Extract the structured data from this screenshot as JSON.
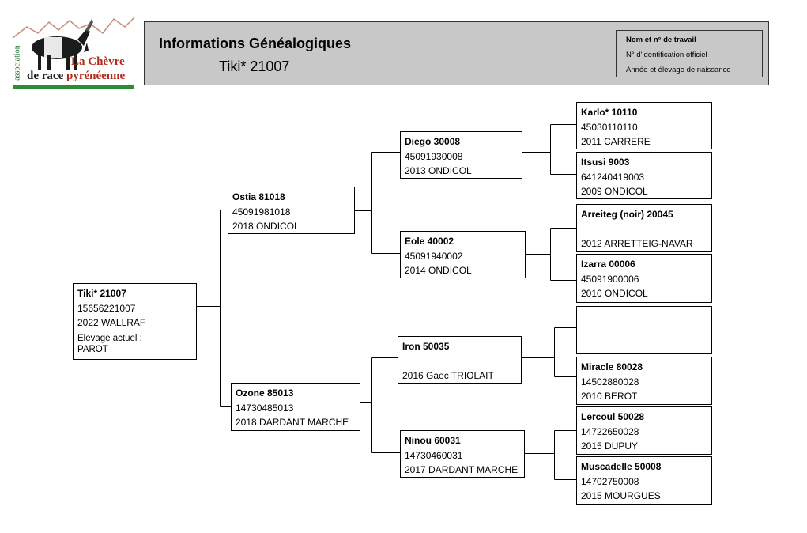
{
  "logo": {
    "association": "association",
    "line1": "La Chèvre",
    "line2a": "de race",
    "line2b": "pyrénéenne",
    "colors": {
      "red": "#b22a1c",
      "green": "#2e8b3a"
    }
  },
  "header": {
    "title": "Informations Généalogiques",
    "subtitle": "Tiki* 21007",
    "legend": {
      "line1": "Nom et n° de travail",
      "line2": "N° d'identification officiel",
      "line3": "Année et élevage de naissance"
    }
  },
  "subject": {
    "name": "Tiki* 21007",
    "id": "15656221007",
    "birth": "2022 WALLRAF",
    "current_label": "Elevage actuel :",
    "current_value": "PAROT"
  },
  "sire": {
    "name": "Ostia 81018",
    "id": "45091981018",
    "birth": "2018 ONDICOL"
  },
  "dam": {
    "name": "Ozone 85013",
    "id": "14730485013",
    "birth": "2018 DARDANT MARCHE"
  },
  "gp": [
    {
      "name": "Diego 30008",
      "id": "45091930008",
      "birth": "2013 ONDICOL"
    },
    {
      "name": "Eole 40002",
      "id": "45091940002",
      "birth": "2014 ONDICOL"
    },
    {
      "name": "Iron 50035",
      "id": "",
      "birth": "2016 Gaec TRIOLAIT"
    },
    {
      "name": "Ninou 60031",
      "id": "14730460031",
      "birth": "2017 DARDANT MARCHE"
    }
  ],
  "ggp": [
    {
      "name": "Karlo* 10110",
      "id": "45030110110",
      "birth": "2011 CARRERE"
    },
    {
      "name": "Itsusi 9003",
      "id": "641240419003",
      "birth": "2009 ONDICOL"
    },
    {
      "name": "Arreiteg (noir) 20045",
      "id": "",
      "birth": "2012 ARRETTEIG-NAVAR"
    },
    {
      "name": "Izarra 00006",
      "id": "45091900006",
      "birth": "2010 ONDICOL"
    },
    {
      "name": "",
      "id": "",
      "birth": ""
    },
    {
      "name": "Miracle 80028",
      "id": "14502880028",
      "birth": "2010 BEROT"
    },
    {
      "name": "Lercoul 50028",
      "id": "14722650028",
      "birth": "2015 DUPUY"
    },
    {
      "name": "Muscadelle 50008",
      "id": "14702750008",
      "birth": "2015 MOURGUES"
    }
  ]
}
